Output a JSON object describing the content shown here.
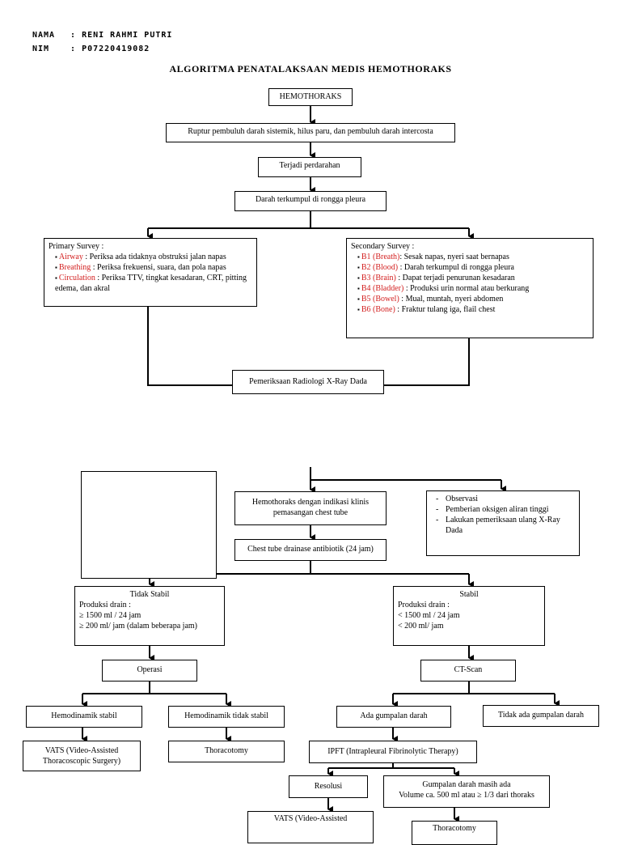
{
  "header": {
    "nama_label": "NAMA",
    "nama_value": ": RENI RAHMI PUTRI",
    "nim_label": "NIM",
    "nim_value": ": P07220419082"
  },
  "title": "ALGORITMA PENATALAKSAAN MEDIS HEMOTHORAKS",
  "nodes": {
    "hemothoraks": "HEMOTHORAKS",
    "ruptur": "Ruptur pembuluh darah sistemik, hilus paru, dan pembuluh darah intercosta",
    "perdarahan": "Terjadi perdarahan",
    "darah_terkumpul": "Darah terkumpul di rongga pleura",
    "primary": {
      "title": "Primary Survey :",
      "items": [
        {
          "key": "Airway",
          "text": " : Periksa ada tidaknya obstruksi jalan napas"
        },
        {
          "key": "Breathing",
          "text": " : Periksa frekuensi, suara, dan pola napas"
        },
        {
          "key": "Circulation",
          "text": " : Periksa TTV, tingkat kesadaran, CRT, pitting edema, dan akral"
        }
      ]
    },
    "secondary": {
      "title": "Secondary Survey :",
      "items": [
        {
          "key": "B1 (Breath)",
          "text": ": Sesak napas, nyeri saat bernapas"
        },
        {
          "key": "B2 (Blood)",
          "text": " : Darah terkumpul di rongga pleura"
        },
        {
          "key": "B3 (Brain)",
          "text": " : Dapat terjadi penurunan kesadaran"
        },
        {
          "key": "B4 (Bladder)",
          "text": " : Produksi urin normal atau berkurang"
        },
        {
          "key": "B5 (Bowel)",
          "text": " : Mual, muntah, nyeri abdomen"
        },
        {
          "key": "B6 (Bone)",
          "text": " : Fraktur tulang iga, flail chest"
        }
      ]
    },
    "radiologi": "Pemeriksaan Radiologi X-Ray Dada",
    "indikasi": "Hemothoraks dengan indikasi klinis pemasangan chest tube",
    "observasi": [
      "Observasi",
      "Pemberian oksigen aliran tinggi",
      "Lakukan pemeriksaan ulang X-Ray Dada"
    ],
    "chest_tube": "Chest tube drainase antibiotik (24 jam)",
    "tidak_stabil": {
      "title": "Tidak Stabil",
      "lines": [
        "Produksi drain :",
        "≥ 1500 ml / 24 jam",
        "≥ 200 ml/ jam (dalam beberapa jam)"
      ]
    },
    "stabil": {
      "title": "Stabil",
      "lines": [
        "Produksi drain :",
        "< 1500 ml / 24 jam",
        "< 200 ml/ jam"
      ]
    },
    "operasi": "Operasi",
    "ct_scan": "CT-Scan",
    "hemo_stabil": "Hemodinamik stabil",
    "hemo_tidak_stabil": "Hemodinamik tidak stabil",
    "ada_gumpalan": "Ada gumpalan darah",
    "tidak_ada_gumpalan": "Tidak ada gumpalan darah",
    "vats1": "VATS (Video-Assisted Thoracoscopic Surgery)",
    "thoracotomy1": "Thoracotomy",
    "ipft": "IPFT (Intrapleural Fibrinolytic Therapy)",
    "resolusi": "Resolusi",
    "gumpalan_masih": "Gumpalan darah masih ada",
    "gumpalan_volume": "Volume ca. 500 ml atau ≥ 1/3 dari thoraks",
    "vats2": "VATS (Video-Assisted",
    "thoracotomy2": "Thoracotomy"
  }
}
